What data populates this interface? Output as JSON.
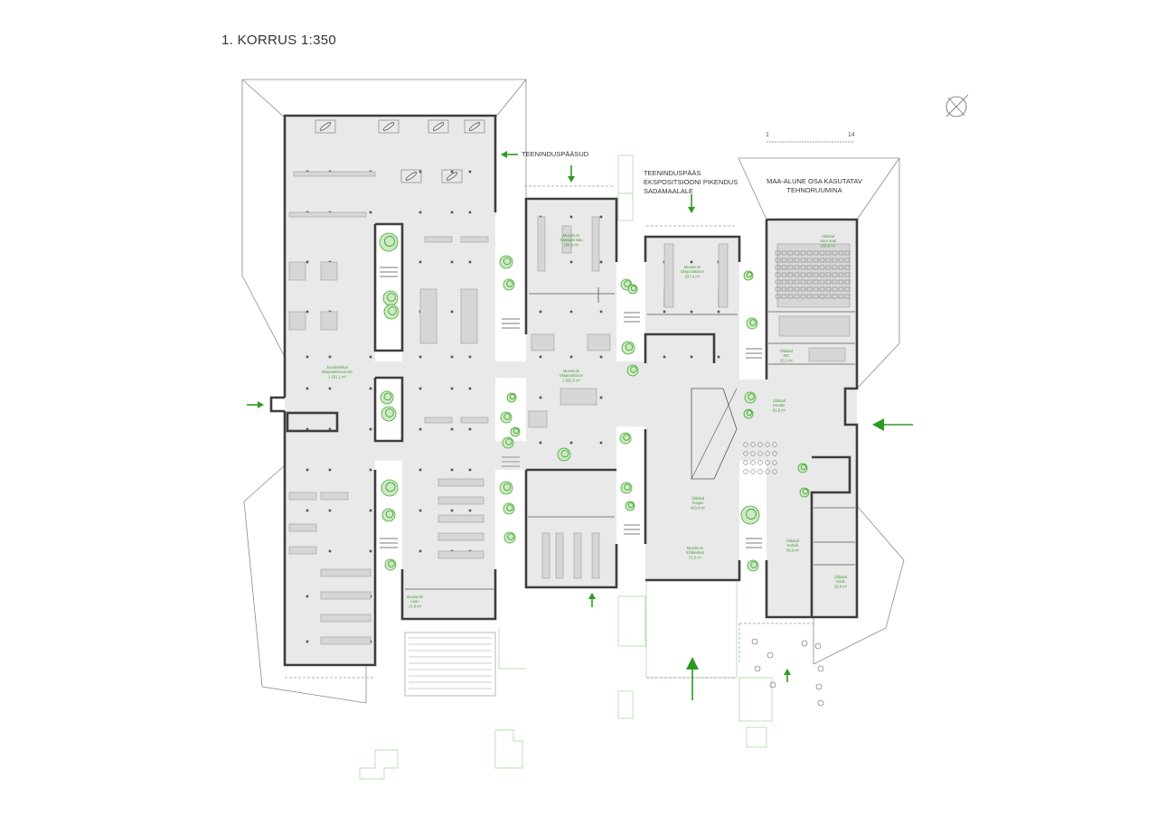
{
  "title": "1. KORRUS 1:350",
  "scale_bar": {
    "start": "1",
    "end": "14"
  },
  "annotations": {
    "service_entrances": "TEENINDUSPÄÄSUD",
    "exhibit_extension": [
      "TEENINDUSPÄÄS",
      "EKSPOSITSIOONI PIKENDUS",
      "SADAMAALALE"
    ],
    "technical_rooms": [
      "MAA-ALUNE OSA KASUTATAV",
      "TEHNORUUMINA"
    ]
  },
  "rooms": [
    {
      "name": "Juurdeehitus",
      "sub": "Ekspositsiooni ala",
      "area": "1 161,1 m²"
    },
    {
      "name": "Muuseum",
      "sub": "Ekspositsioon",
      "area": "1 952,0 m²"
    },
    {
      "name": "Muuseum",
      "sub": "Ekspositsioon",
      "area": "257,4 m²"
    },
    {
      "name": "Muuseum",
      "sub": "Kaasajal ladu",
      "area": "186,8 m²"
    },
    {
      "name": "Üldalad",
      "sub": "Suur saal",
      "area": "290,6 m²"
    },
    {
      "name": "Üldalad",
      "sub": "Fuajee",
      "area": "429,9 m²"
    },
    {
      "name": "Muuseum",
      "sub": "Infokeskus",
      "area": "72,0 m²"
    },
    {
      "name": "Üldalad",
      "sub": "Koridor",
      "area": "61,8 m²"
    },
    {
      "name": "Üldalad",
      "sub": "Kohvik",
      "area": "89,6 m²"
    },
    {
      "name": "Üldalad",
      "sub": "Köök",
      "area": "32,8 m²"
    },
    {
      "name": "Üldalad",
      "sub": "WC",
      "area": "25,1 m²"
    },
    {
      "name": "Muuseum",
      "sub": "Ladu",
      "area": "14,8 m²"
    }
  ],
  "colors": {
    "accent": "#2e9a25",
    "walls": "#3d3d3d",
    "floor": "#e9e9e9",
    "greenery": "#45a832"
  }
}
